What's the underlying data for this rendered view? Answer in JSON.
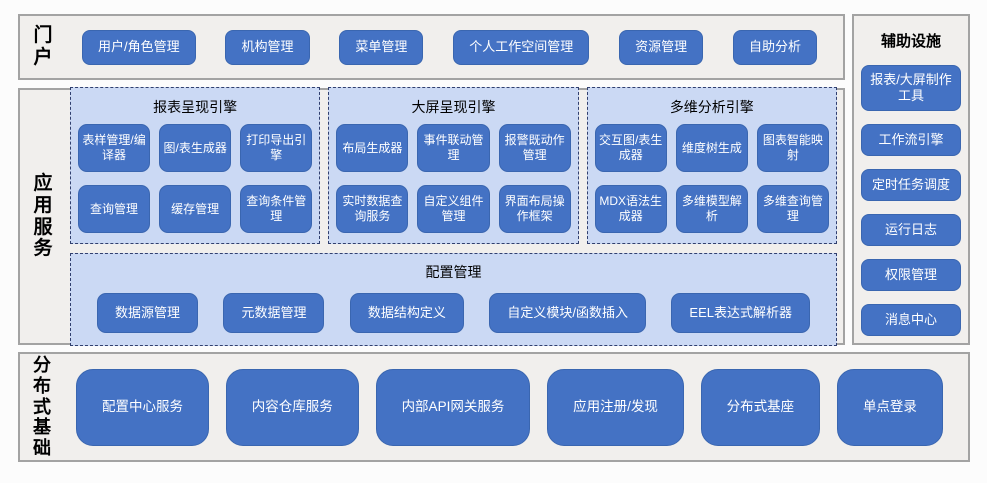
{
  "colors": {
    "section-fill": "#f1efed",
    "section-border": "#a3a3a3",
    "panel-fill": "#cbd9f4",
    "panel-border": "#31406f",
    "node-fill": "#4472c4",
    "node-border": "#3a66b0",
    "node-text": "#ffffff"
  },
  "portal": {
    "label": "门户",
    "buttons": [
      "用户/角色管理",
      "机构管理",
      "菜单管理",
      "个人工作空间管理",
      "资源管理",
      "自助分析"
    ]
  },
  "app_services": {
    "label": "应用服务",
    "engines": [
      {
        "title": "报表呈现引擎",
        "buttons": [
          "表样管理/编译器",
          "图/表生成器",
          "打印导出引擎",
          "查询管理",
          "缓存管理",
          "查询条件管理"
        ]
      },
      {
        "title": "大屏呈现引擎",
        "buttons": [
          "布局生成器",
          "事件联动管理",
          "报警既动作管理",
          "实时数据查询服务",
          "自定义组件管理",
          "界面布局操作框架"
        ]
      },
      {
        "title": "多维分析引擎",
        "buttons": [
          "交互图/表生成器",
          "维度树生成",
          "图表智能映射",
          "MDX语法生成器",
          "多维模型解析",
          "多维查询管理"
        ]
      }
    ],
    "config": {
      "title": "配置管理",
      "buttons": [
        "数据源管理",
        "元数据管理",
        "数据结构定义",
        "自定义模块/函数插入",
        "EEL表达式解析器"
      ]
    }
  },
  "auxiliary": {
    "title": "辅助设施",
    "buttons": [
      "报表/大屏制作工具",
      "工作流引擎",
      "定时任务调度",
      "运行日志",
      "权限管理",
      "消息中心"
    ]
  },
  "foundation": {
    "label": "分布式基础",
    "buttons": [
      "配置中心服务",
      "内容仓库服务",
      "内部API网关服务",
      "应用注册/发现",
      "分布式基座",
      "单点登录"
    ]
  }
}
